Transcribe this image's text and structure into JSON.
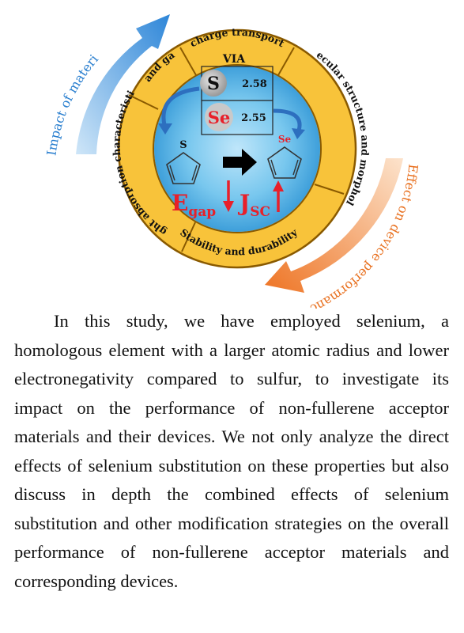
{
  "diagram": {
    "ring_segments": [
      "charge transport",
      "Molecular structure and morphology",
      "Stability and durability",
      "light absorption characteristics",
      "Band gap"
    ],
    "outer_arrows": {
      "left": "Impact of materials",
      "right": "Effect on device performance"
    },
    "group_label": "VIA",
    "elements": [
      {
        "symbol": "S",
        "electronegativity": "2.58"
      },
      {
        "symbol": "Se",
        "electronegativity": "2.55"
      }
    ],
    "ring_heteroatoms": [
      "S",
      "Se"
    ],
    "e_gap": {
      "main": "E",
      "sub": "gap",
      "trend": "decrease"
    },
    "j_sc": {
      "main": "J",
      "sub": "SC",
      "trend": "increase"
    },
    "colors": {
      "ring": "#F8C33A",
      "inner": "#59B5E5",
      "red": "#E8202A",
      "blue_arrow": "#3A8ED8",
      "orange_arrow": "#F07D2A"
    }
  },
  "paragraph": "In this study, we have employed selenium, a homologous element with a larger atomic radius and lower electronegativity compared to sulfur, to investigate its impact on the performance of non-fullerene acceptor materials and their devices. We not only analyze the direct effects of selenium substitution on these properties but also discuss in depth the combined effects of selenium substitution and other modification strategies on the overall performance of non-fullerene acceptor materials and corresponding devices."
}
